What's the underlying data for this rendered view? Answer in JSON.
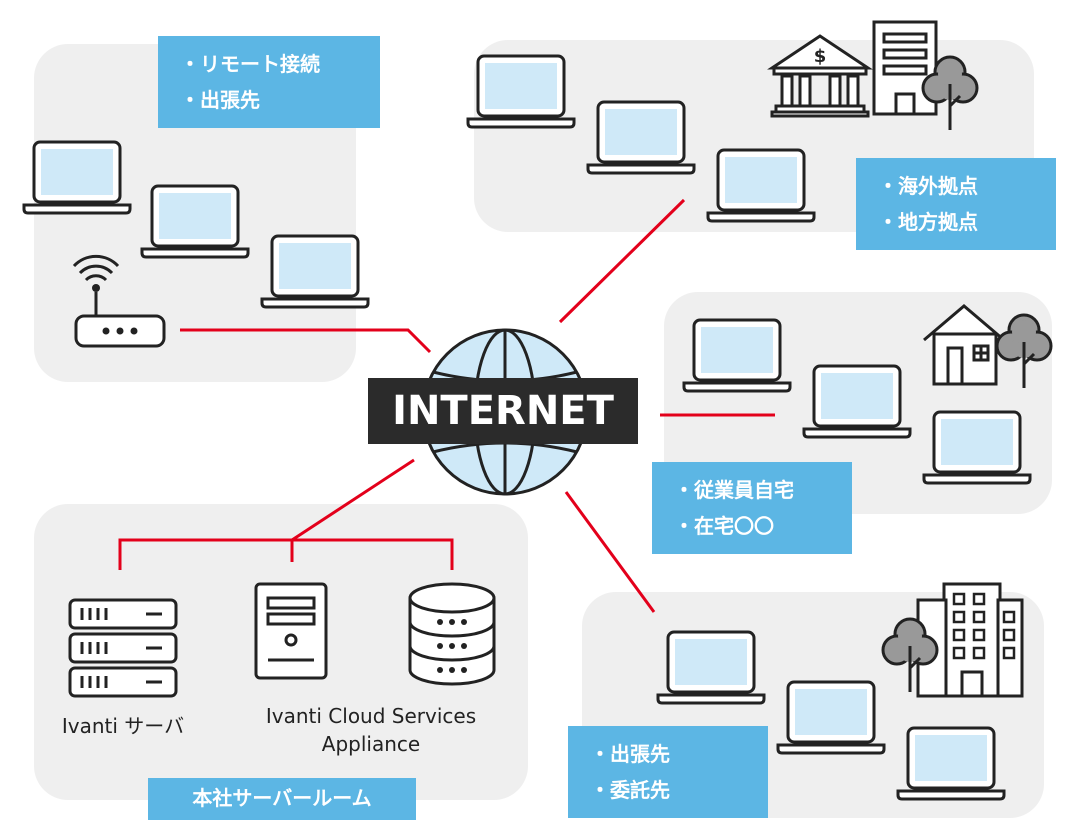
{
  "internet_label": "INTERNET",
  "remote": {
    "items": [
      "リモート接続",
      "出張先"
    ]
  },
  "overseas": {
    "items": [
      "海外拠点",
      "地方拠点"
    ]
  },
  "home": {
    "items": [
      "従業員自宅",
      "在宅〇〇"
    ]
  },
  "partner": {
    "items": [
      "出張先",
      "委託先"
    ]
  },
  "server_room": {
    "title": "本社サーバールーム",
    "ivanti_server": "Ivanti サーバ",
    "csa_line1": "Ivanti Cloud Services",
    "csa_line2": "Appliance"
  },
  "colors": {
    "panel": "#efefef",
    "tag": "#5cb6e4",
    "line": "#e3001b",
    "screen": "#cfe9f8",
    "dark": "#222222",
    "internet_bg": "#2b2b2b"
  },
  "icons": [
    "laptop-icon",
    "wifi-router-icon",
    "bank-icon",
    "office-building-icon",
    "tree-icon",
    "house-icon",
    "server-rack-icon",
    "tower-server-icon",
    "database-icon",
    "globe-icon"
  ]
}
